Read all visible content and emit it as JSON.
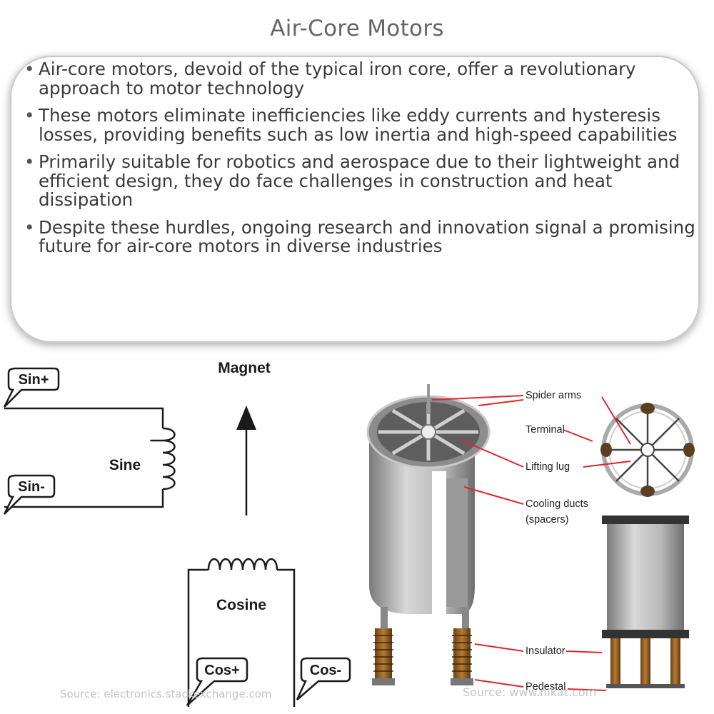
{
  "title": "Air-Core Motors",
  "bullets": [
    "Air-core motors, devoid of the typical iron core, offer a revolutionary approach to motor technology",
    "These motors eliminate inefficiencies like eddy currents and hysteresis losses, providing benefits such as low inertia and high-speed capabilities",
    "Primarily suitable for robotics and aerospace due to their lightweight and efficient design, they do face challenges in construction and heat dissipation",
    "Despite these hurdles, ongoing research and innovation signal a promising future for air-core motors in diverse industries"
  ],
  "diagram": {
    "magnet_label": "Magnet",
    "sine_label": "Sine",
    "cosine_label": "Cosine",
    "tags": {
      "sin_plus": "Sin+",
      "sin_minus": "Sin-",
      "cos_plus": "Cos+",
      "cos_minus": "Cos-"
    },
    "source": "Source: electronics.stackexchange.com"
  },
  "photo": {
    "callouts": {
      "spider_arms": "Spider arms",
      "terminal": "Terminal",
      "lifting_lug": "Lifting lug",
      "cooling_ducts_1": "Cooling ducts",
      "cooling_ducts_2": "(spacers)",
      "insulator": "Insulator",
      "pedestal": "Pedestal"
    },
    "source": "Source: www.nikat.com"
  },
  "colors": {
    "callout_arrow": "#e0262b",
    "card_border": "#c9c9c9",
    "title": "#666666"
  }
}
